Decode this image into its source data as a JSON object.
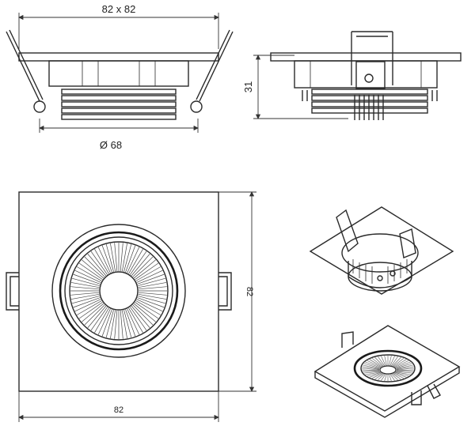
{
  "dimensions": {
    "top_width": "82 x 82",
    "top_diameter": "Ø 68",
    "side_height": "31",
    "plan_width": "82",
    "plan_height": "82"
  }
}
